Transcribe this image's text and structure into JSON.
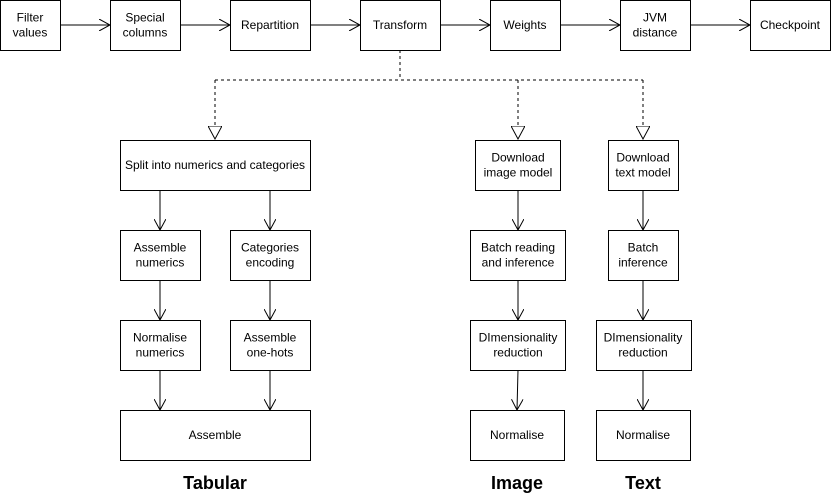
{
  "pipeline": {
    "filter_values": "Filter\nvalues",
    "special_columns": "Special\ncolumns",
    "repartition": "Repartition",
    "transform": "Transform",
    "weights": "Weights",
    "jvm_distance": "JVM\ndistance",
    "checkpoint": "Checkpoint"
  },
  "tabular": {
    "label": "Tabular",
    "split": "Split into numerics and categories",
    "assemble_numerics": "Assemble\nnumerics",
    "categories_encoding": "Categories\nencoding",
    "normalise_numerics": "Normalise\nnumerics",
    "assemble_onehots": "Assemble\none-hots",
    "assemble": "Assemble"
  },
  "image": {
    "label": "Image",
    "download_model": "Download\nimage model",
    "batch_reading": "Batch reading\nand inference",
    "dimensionality": "DImensionality\nreduction",
    "normalise": "Normalise"
  },
  "text": {
    "label": "Text",
    "download_model": "Download\ntext model",
    "batch_inference": "Batch\ninference",
    "dimensionality": "DImensionality\nreduction",
    "normalise": "Normalise"
  }
}
